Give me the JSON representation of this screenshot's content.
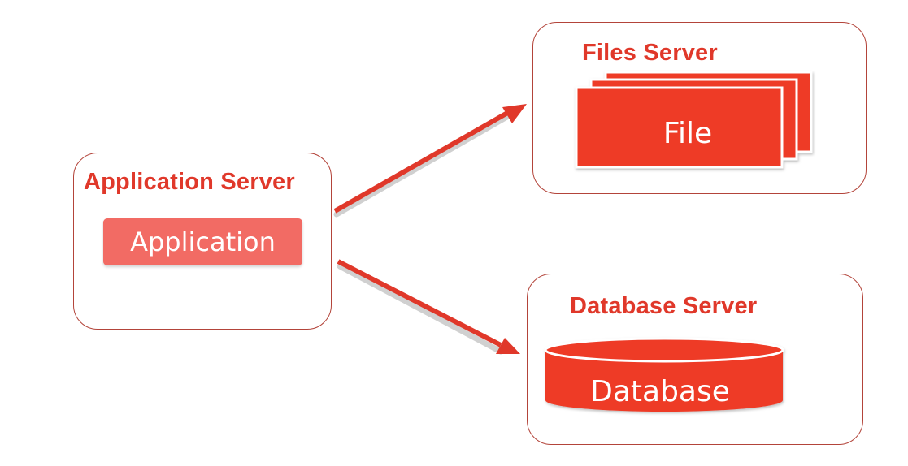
{
  "application_server": {
    "title": "Application Server",
    "component_label": "Application"
  },
  "files_server": {
    "title": "Files Server",
    "component_label": "File"
  },
  "database_server": {
    "title": "Database Server",
    "component_label": "Database"
  },
  "colors": {
    "accent": "#e0382a",
    "box_border": "#b3443a",
    "shape_fill": "#ee3a26",
    "application_fill": "#f26b64"
  },
  "connections": [
    {
      "from": "application_server",
      "to": "files_server"
    },
    {
      "from": "application_server",
      "to": "database_server"
    }
  ]
}
